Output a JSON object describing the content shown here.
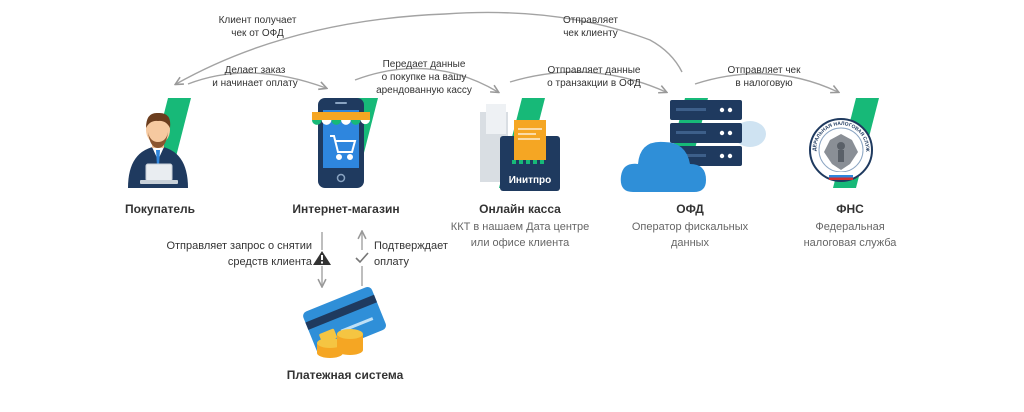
{
  "nodes": {
    "buyer": {
      "title": "Покупатель"
    },
    "shop": {
      "title": "Интернет-магазин"
    },
    "kassa": {
      "title": "Онлайн касса",
      "subtitle": "ККТ в нашаем Дата центре\nили офисе клиента",
      "device_label": "Инитпро"
    },
    "ofd": {
      "title": "ОФД",
      "subtitle": "Оператор фискальных\nданных"
    },
    "fns": {
      "title": "ФНС",
      "subtitle": "Федеральная\nналоговая служба",
      "emblem_text": "ФЕДЕРАЛЬНАЯ НАЛОГОВАЯ СЛУЖБА"
    },
    "payment": {
      "title": "Платежная система"
    }
  },
  "arrows": {
    "ofd_to_buyer": "Клиент получает\nчек от ОФД",
    "ofd_to_client": "Отправляет\nчек клиенту",
    "buyer_to_shop": "Делает заказ\nи начинает оплату",
    "shop_to_kassa": "Передает данные\nо покупке на вашу\nарендованную кассу",
    "kassa_to_ofd": "Отправляет данные\nо транзакции в ОФД",
    "ofd_to_fns": "Отправляет чек\nв налоговую",
    "shop_to_payment": "Отправляет запрос о снятии\nсредств клиента",
    "payment_to_shop": "Подтверждает\nоплату"
  },
  "colors": {
    "accent_green": "#17b978",
    "dark_navy": "#1f3a5f",
    "blue": "#2e86de",
    "cloud_blue": "#2f8fd8",
    "arrow_gray": "#999999",
    "text_dark": "#333333",
    "text_gray": "#666666"
  },
  "icons": [
    "person-laptop-icon",
    "smartphone-cart-icon",
    "cash-register-icon",
    "server-cloud-icon",
    "tax-emblem-icon",
    "credit-card-coins-icon",
    "warning-icon",
    "checkmark-icon"
  ]
}
